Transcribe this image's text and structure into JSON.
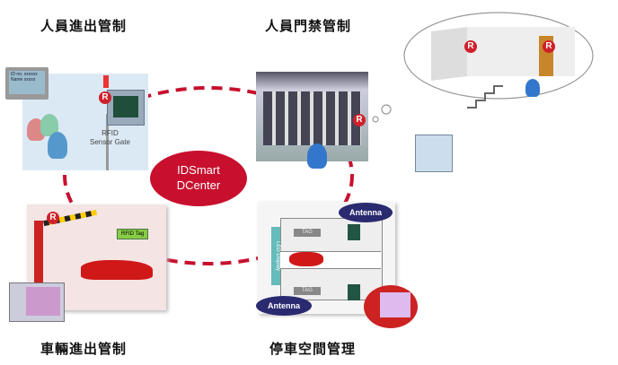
{
  "titles": {
    "people_access": "人員進出管制",
    "door_access": "人員門禁管制",
    "vehicle_access": "車輛進出管制",
    "parking": "停車空間管理"
  },
  "center": {
    "line1": "IDSmart",
    "line2": "DCenter"
  },
  "people_panel": {
    "monitor_line1": "ID no. xxxxxx",
    "monitor_line2": "Name xxxxx",
    "gate_label_1": "RFID",
    "gate_label_2": "Sensor Gate"
  },
  "vehicle_panel": {
    "tag_label": "RFID Tag"
  },
  "parking_panel": {
    "antenna": "Antenna",
    "tag": "TAG",
    "led": "LED Display"
  },
  "rfid_badge": "R",
  "colors": {
    "accent": "#c8102e",
    "antenna": "#2a2a70",
    "panel_blue": "#dbe9f5"
  }
}
